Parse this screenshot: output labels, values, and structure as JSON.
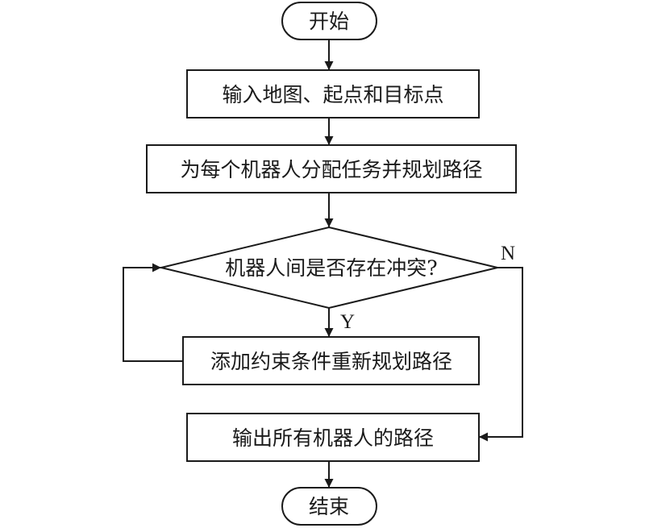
{
  "nodes": {
    "start": "开始",
    "input": "输入地图、起点和目标点",
    "assign": "为每个机器人分配任务并规划路径",
    "decision": "机器人间是否存在冲突?",
    "replan": "添加约束条件重新规划路径",
    "output": "输出所有机器人的路径",
    "end": "结束"
  },
  "edges": {
    "yes_label": "Y",
    "no_label": "N"
  }
}
